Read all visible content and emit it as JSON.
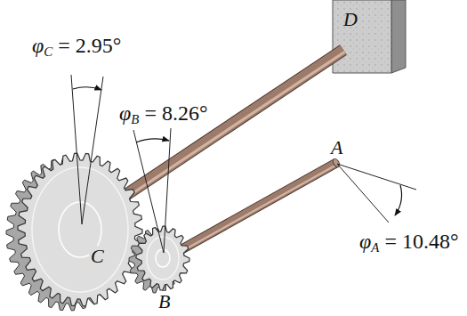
{
  "diagram": {
    "labels": [
      "φC = 2.95°",
      "D",
      "φB = 8.26°",
      "A",
      "φA = 10.48°",
      "C",
      "B"
    ]
  }
}
